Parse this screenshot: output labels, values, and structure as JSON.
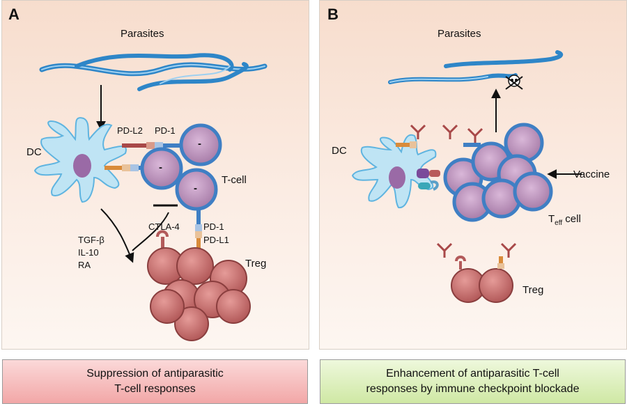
{
  "panel_a": {
    "letter": "A",
    "parasites": "Parasites",
    "dc": "DC",
    "pdl2": "PD-L2",
    "pd1_top": "PD-1",
    "tcell": "T-cell",
    "ctla4": "CTLA-4",
    "pd1": "PD-1",
    "pdl1": "PD-L1",
    "tgfb": "TGF-β",
    "il10": "IL-10",
    "ra": "RA",
    "treg": "Treg",
    "minus": "-",
    "caption_line1": "Suppression of antiparasitic",
    "caption_line2": "T-cell responses"
  },
  "panel_b": {
    "letter": "B",
    "parasites": "Parasites",
    "dc": "DC",
    "vaccine": "Vaccine",
    "teff_base": "T",
    "teff_sub": "eff",
    "teff_rest": " cell",
    "treg": "Treg",
    "caption_line1": "Enhancement of antiparasitic T-cell",
    "caption_line2": "responses by immune checkpoint blockade"
  },
  "colors": {
    "parasite": "#2e86c8",
    "tcell_fill": "#b98fb8",
    "tcell_ring": "#3f7fc4",
    "treg_fill": "#c46a6a",
    "dc_fill": "#bfe4f4",
    "dc_nucleus": "#9a6aa6"
  }
}
